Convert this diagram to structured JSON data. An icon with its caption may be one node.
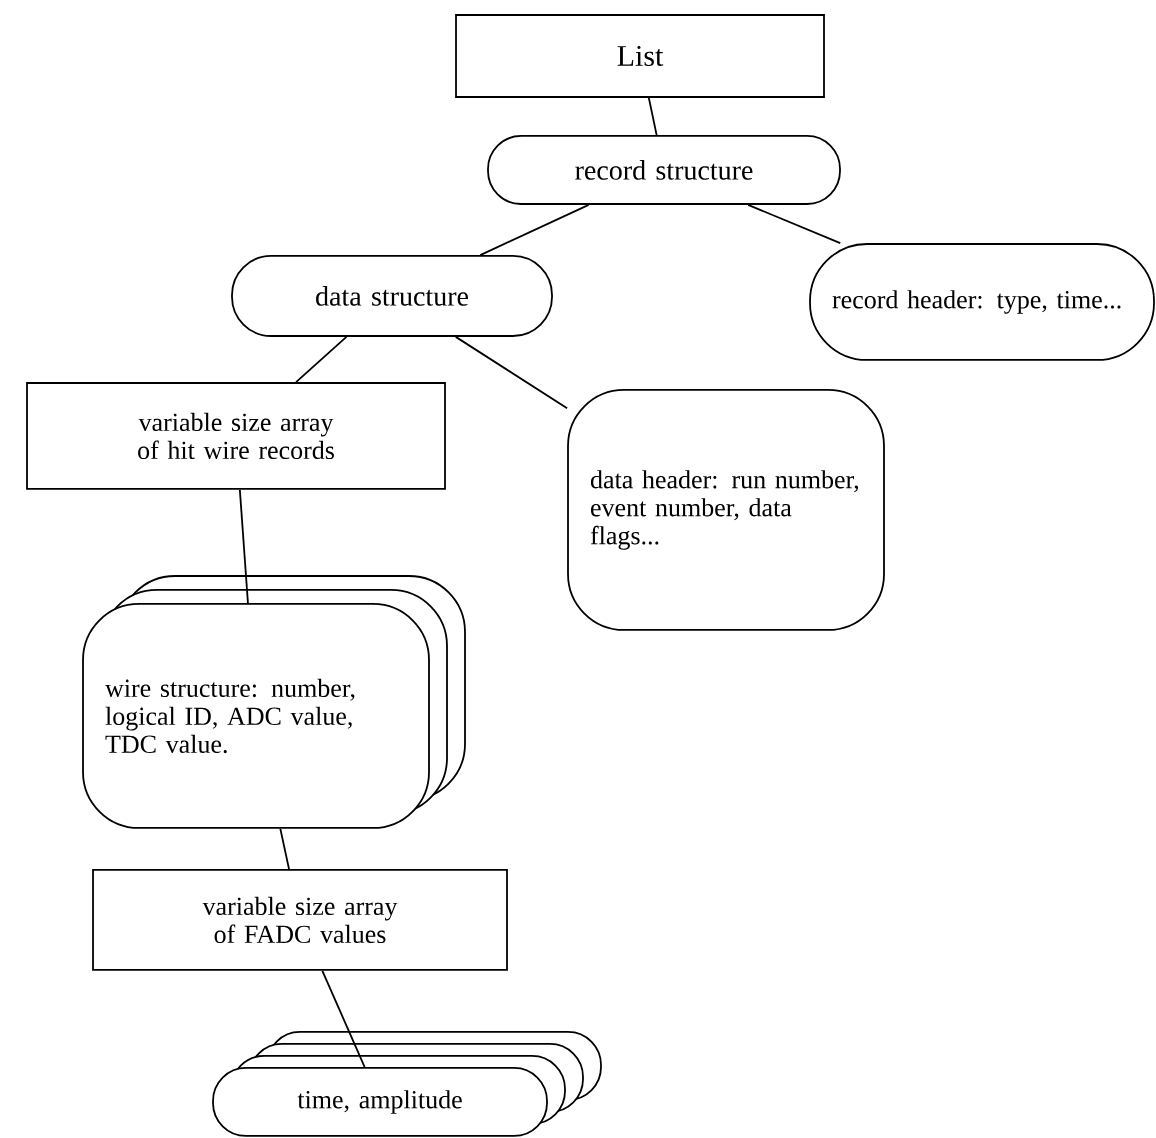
{
  "diagram": {
    "nodes": [
      {
        "text": [
          "List"
        ]
      },
      {
        "text": [
          "record structure"
        ]
      },
      {
        "text": [
          "data structure"
        ]
      },
      {
        "text": [
          "record header: type, time..."
        ]
      },
      {
        "text": [
          "variable size array of hit wire records"
        ]
      },
      {
        "text": [
          "data header: run number, event number, data flags..."
        ]
      },
      {
        "text": [
          "wire structure: number, logical ID, ADC value, TDC value."
        ]
      },
      {
        "text": [
          "variable size array of FADC values"
        ]
      },
      {
        "text": [
          "time, amplitude"
        ]
      }
    ],
    "edges": [
      {
        "from": 0,
        "to": 1,
        "arrow": "none"
      },
      {
        "from": 1,
        "to": 2,
        "arrow": "none"
      },
      {
        "from": 1,
        "to": 3,
        "arrow": "none"
      },
      {
        "from": 2,
        "to": 4,
        "arrow": "none"
      },
      {
        "from": 2,
        "to": 5,
        "arrow": "none"
      },
      {
        "from": 4,
        "to": 6,
        "arrow": "none"
      },
      {
        "from": 6,
        "to": 7,
        "arrow": "none"
      },
      {
        "from": 7,
        "to": 8,
        "arrow": "none"
      }
    ]
  }
}
